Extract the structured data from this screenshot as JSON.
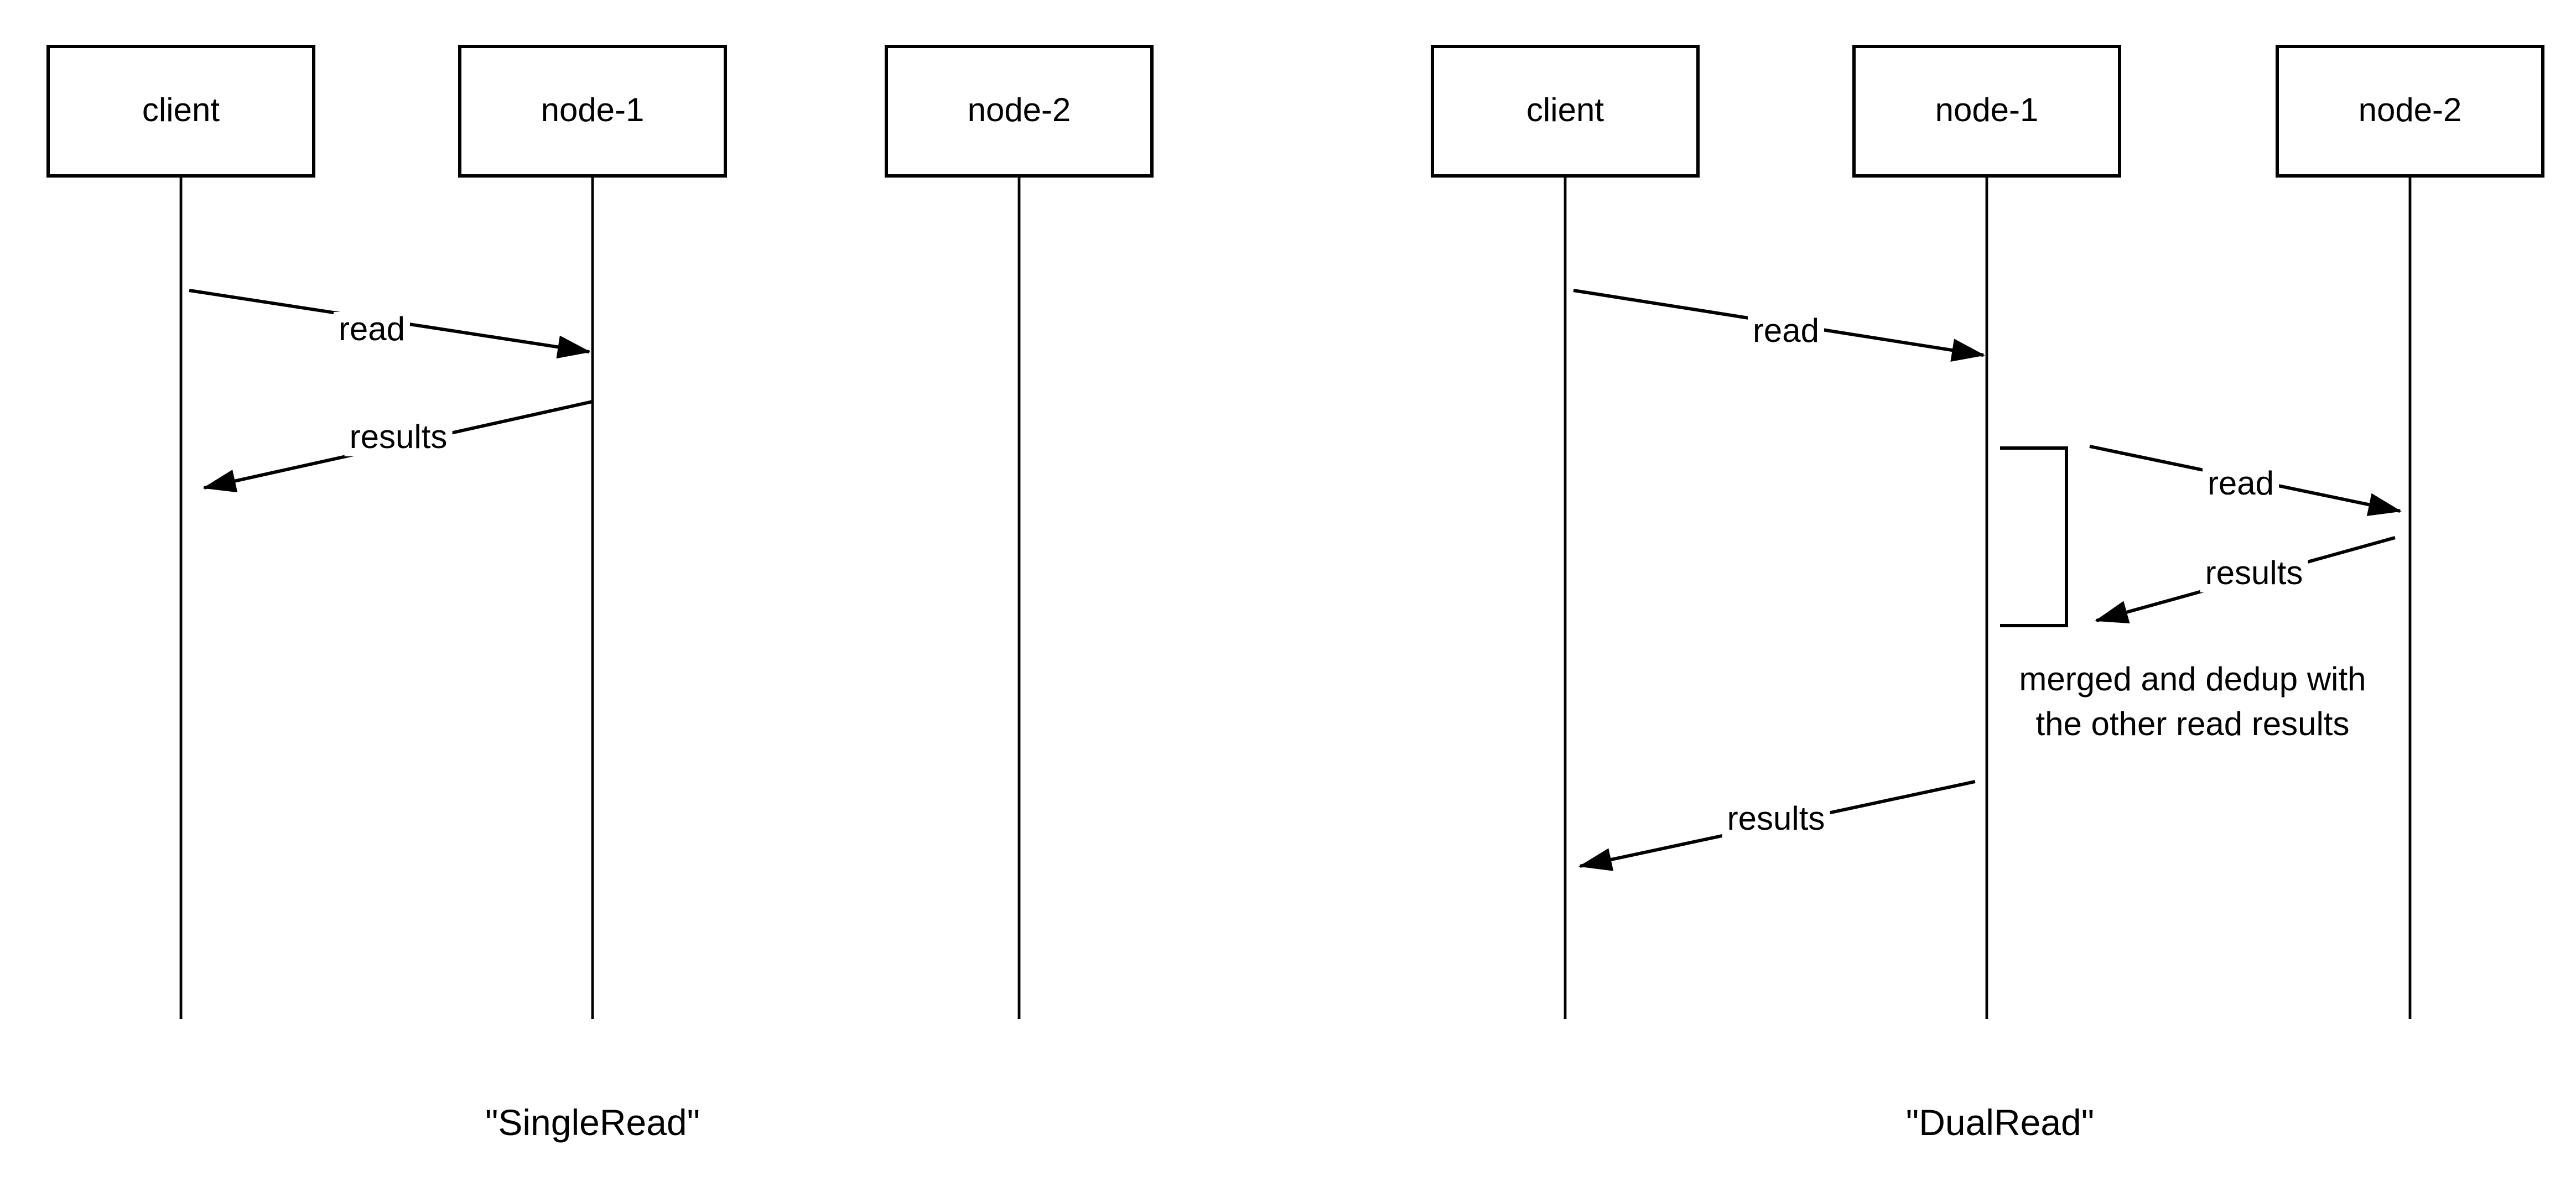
{
  "page": {
    "background_color": "#ffffff",
    "line_color": "#000000"
  },
  "diagrams": [
    {
      "id": "single-read",
      "caption": "\"SingleRead\"",
      "actors": [
        {
          "label": "client"
        },
        {
          "label": "node-1"
        },
        {
          "label": "node-2"
        }
      ],
      "messages": [
        {
          "label": "read",
          "from": "client",
          "to": "node-1"
        },
        {
          "label": "results",
          "from": "node-1",
          "to": "client"
        }
      ]
    },
    {
      "id": "dual-read",
      "caption": "\"DualRead\"",
      "actors": [
        {
          "label": "client"
        },
        {
          "label": "node-1"
        },
        {
          "label": "node-2"
        }
      ],
      "messages": [
        {
          "label": "read",
          "from": "client",
          "to": "node-1"
        },
        {
          "label": "read",
          "from": "node-1",
          "to": "node-2"
        },
        {
          "label": "results",
          "from": "node-2",
          "to": "node-1"
        },
        {
          "label": "results",
          "from": "node-1",
          "to": "client"
        }
      ],
      "note_lines": [
        "merged and dedup with",
        "the other read results"
      ]
    }
  ]
}
